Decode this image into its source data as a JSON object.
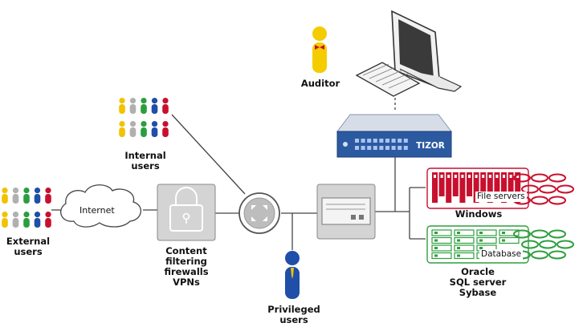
{
  "colors": {
    "person_palette": [
      "#f2c200",
      "#b0b0b0",
      "#2a9e3f",
      "#1f4fa8",
      "#c8102e"
    ],
    "auditor": "#f5cc00",
    "bowtie": "#c8102e",
    "privileged": "#1f4fa8",
    "tizor_blue": "#2c5aa0",
    "red_servers": "#c8102e",
    "green_servers": "#2f9e3f",
    "line": "#444444",
    "device_grey": "#c8c8c8"
  },
  "nodes": {
    "external_users": {
      "icon": "people-group-icon",
      "label": [
        "External",
        "users"
      ]
    },
    "internal_users": {
      "icon": "people-group-icon",
      "label": [
        "Internal",
        "users"
      ]
    },
    "internet": {
      "icon": "cloud-icon",
      "label": "Internet"
    },
    "firewall": {
      "icon": "padlock-icon",
      "label": [
        "Content",
        "filtering",
        "firewalls",
        "VPNs"
      ]
    },
    "router": {
      "icon": "router-icon"
    },
    "switch": {
      "icon": "network-appliance-icon"
    },
    "tizor": {
      "icon": "appliance-icon",
      "brand": "TIZOR"
    },
    "workstation": {
      "icon": "computer-monitor-icon"
    },
    "auditor": {
      "icon": "person-icon",
      "label": "Auditor"
    },
    "privileged_users": {
      "icon": "person-icon",
      "label": [
        "Privileged",
        "users"
      ]
    },
    "windows": {
      "icon": "server-rack-icon",
      "inner_label": "File servers",
      "label": "Windows"
    },
    "database": {
      "icon": "server-rack-icon",
      "inner_label": "Database",
      "label": [
        "Oracle",
        "SQL server",
        "Sybase"
      ]
    }
  }
}
